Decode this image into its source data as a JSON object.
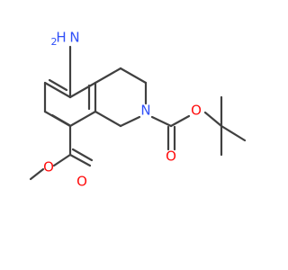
{
  "molecule": {
    "colors": {
      "bond": "#404040",
      "nitrogen": "#3050f8",
      "oxygen": "#ff0d0d",
      "background": "#ffffff"
    },
    "labels": {
      "amine_n": "N",
      "amine_h": "H",
      "amine_h_count": "2",
      "ring_n": "N",
      "ester_carbonyl_o": "O",
      "ester_o": "O",
      "boc_o": "O",
      "boc_carbonyl_o": "O"
    }
  }
}
